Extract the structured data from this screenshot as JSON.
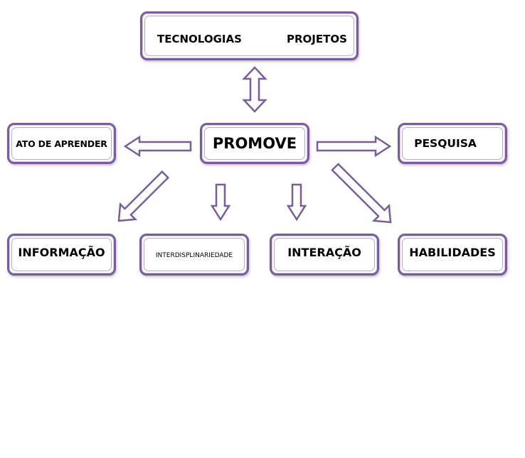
{
  "diagram": {
    "top_box": {
      "left_label": "TECNOLOGIAS",
      "right_label": "PROJETOS"
    },
    "center_label": "PROMOVE",
    "left_label": "ATO DE APRENDER",
    "right_label": "PESQUISA",
    "bottom_labels": [
      "INFORMAÇÃO",
      "INTERDISPLINARIEDADE",
      "INTERAÇÃO",
      "HABILIDADES"
    ]
  },
  "colors": {
    "border": "#7a5c9c",
    "arrow_stroke": "#7a5c9c",
    "arrow_fill": "#ffffff",
    "double_arrow_fill": "#c9c2dc"
  }
}
